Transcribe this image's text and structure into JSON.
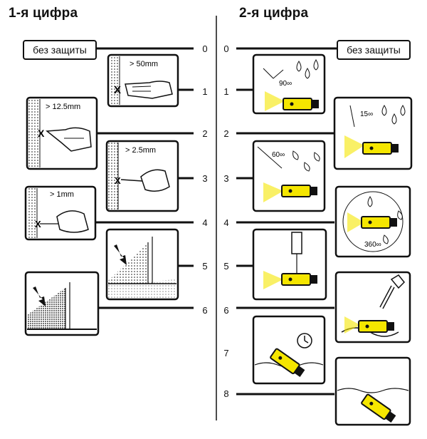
{
  "left": {
    "header": "1-я цифра",
    "no_protection": "без защиты",
    "levels": [
      {
        "digit": "0"
      },
      {
        "digit": "1",
        "label": "> 50mm"
      },
      {
        "digit": "2",
        "label": "> 12.5mm"
      },
      {
        "digit": "3",
        "label": "> 2.5mm"
      },
      {
        "digit": "4",
        "label": "> 1mm"
      },
      {
        "digit": "5"
      },
      {
        "digit": "6"
      }
    ]
  },
  "right": {
    "header": "2-я цифра",
    "no_protection": "без защиты",
    "levels": [
      {
        "digit": "0"
      },
      {
        "digit": "1",
        "label": "90∞"
      },
      {
        "digit": "2",
        "label": "15∞"
      },
      {
        "digit": "3",
        "label": "60∞"
      },
      {
        "digit": "4",
        "label": "360∞"
      },
      {
        "digit": "5"
      },
      {
        "digit": "6"
      },
      {
        "digit": "7"
      },
      {
        "digit": "8"
      }
    ]
  },
  "colors": {
    "flashlight": "#f5e600",
    "ink": "#111111",
    "background": "#ffffff"
  }
}
